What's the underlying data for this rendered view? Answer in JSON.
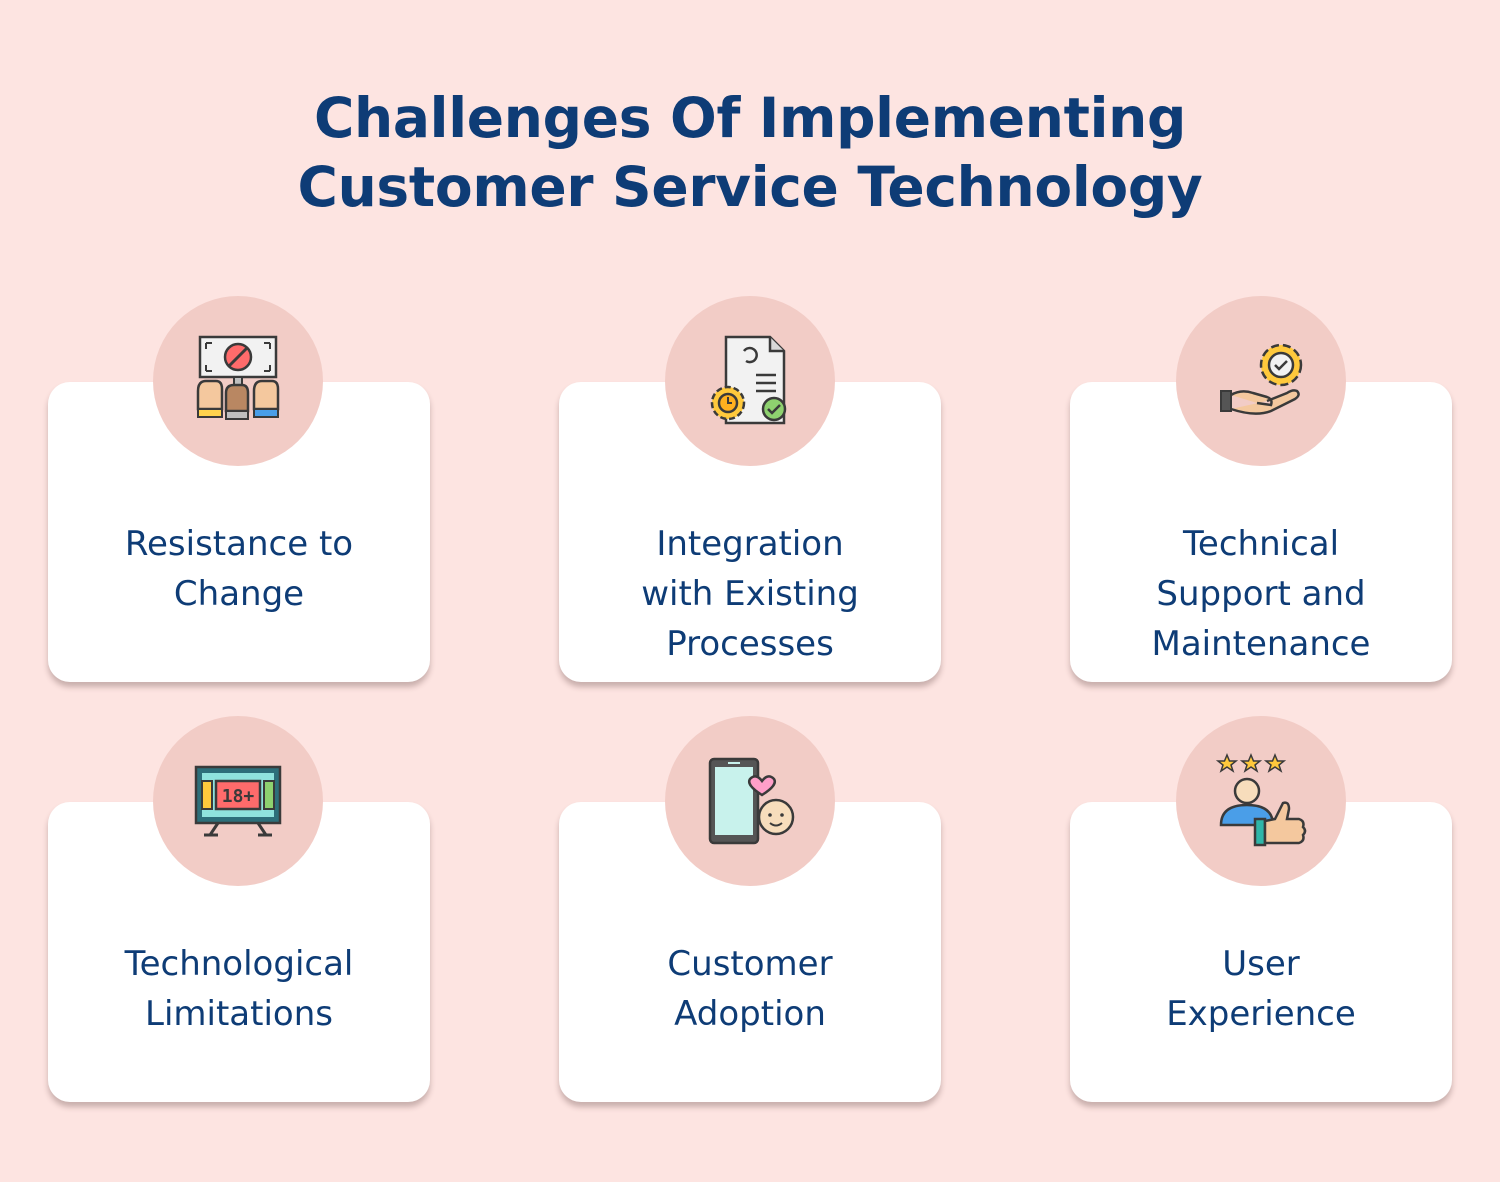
{
  "title": {
    "line1": "Challenges Of Implementing",
    "line2": "Customer Service Technology"
  },
  "colors": {
    "background": "#fde4e1",
    "title": "#0e3c76",
    "icon_circle": "#f2ccc6",
    "card": "#ffffff"
  },
  "cards": [
    {
      "icon": "protest-icon",
      "lines": [
        "Resistance to",
        "Change"
      ]
    },
    {
      "icon": "document-integration-icon",
      "lines": [
        "Integration",
        "with Existing",
        "Processes"
      ]
    },
    {
      "icon": "hand-gear-support-icon",
      "lines": [
        "Technical",
        "Support and",
        "Maintenance"
      ]
    },
    {
      "icon": "tv-restriction-icon",
      "badge": "18+",
      "lines": [
        "Technological",
        "Limitations"
      ]
    },
    {
      "icon": "phone-adoption-icon",
      "lines": [
        "Customer",
        "Adoption"
      ]
    },
    {
      "icon": "user-rating-icon",
      "lines": [
        "User",
        "Experience"
      ]
    }
  ]
}
